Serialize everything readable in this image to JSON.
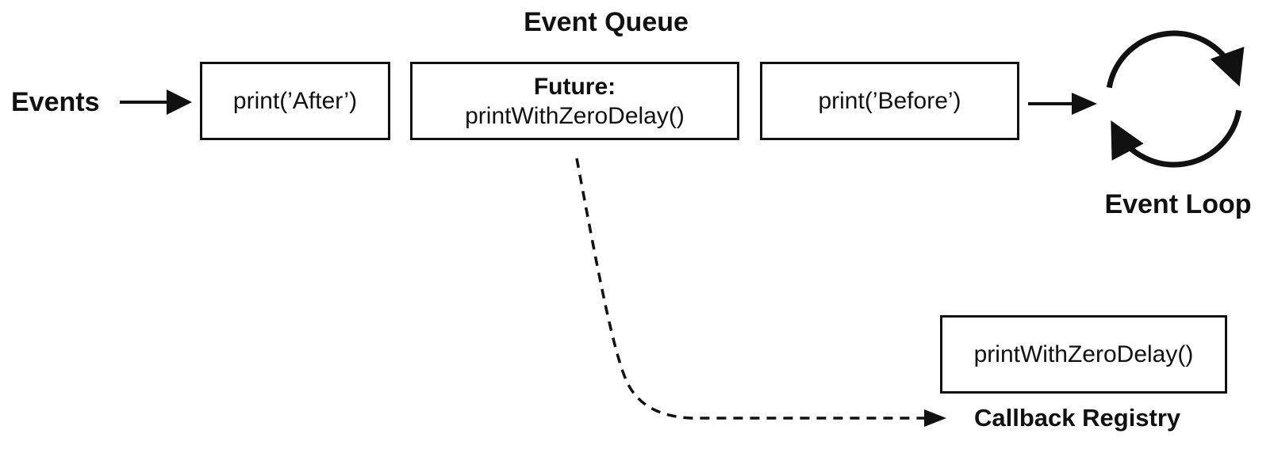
{
  "colors": {
    "ink": "#111111",
    "bg": "#ffffff"
  },
  "events_label": "Events",
  "event_queue": {
    "title": "Event Queue",
    "items": [
      {
        "text": "print(’After’)"
      },
      {
        "title": "Future:",
        "text": "printWithZeroDelay()"
      },
      {
        "text": "print(’Before’)"
      }
    ]
  },
  "event_loop_label": "Event Loop",
  "callback_registry": {
    "entry": "printWithZeroDelay()",
    "label": "Callback Registry"
  }
}
